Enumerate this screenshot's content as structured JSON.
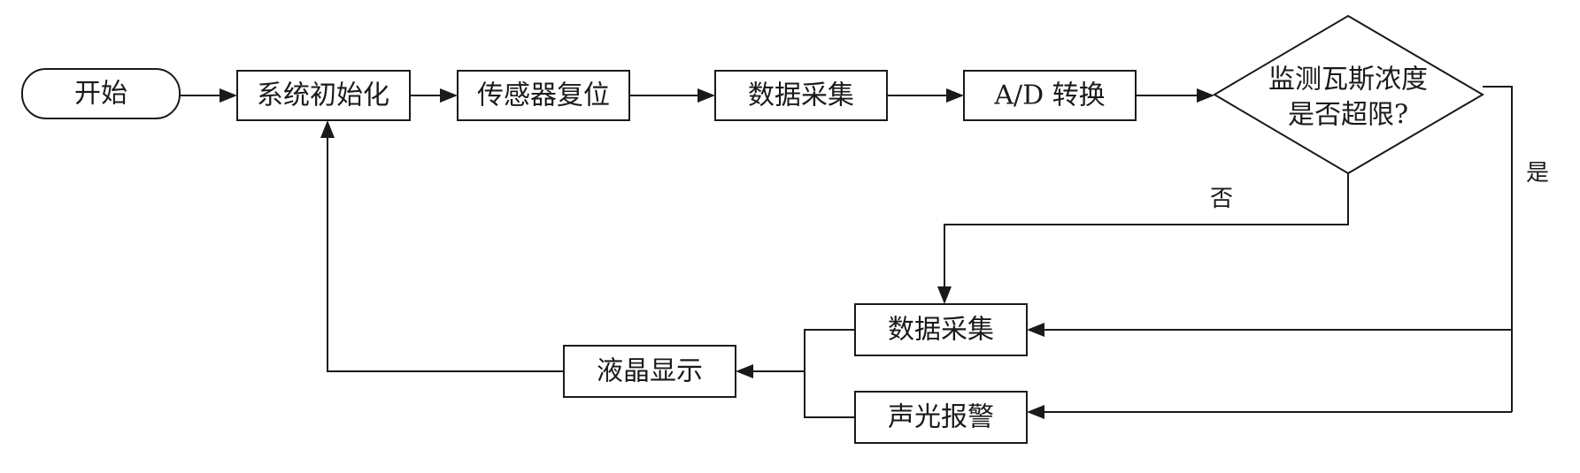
{
  "nodes": {
    "start": "开始",
    "init": "系统初始化",
    "sensor_reset": "传感器复位",
    "collect_1": "数据采集",
    "ad_convert": "A/D 转换",
    "decision_line1": "监测瓦斯浓度",
    "decision_line2": "是否超限?",
    "collect_2": "数据采集",
    "alarm": "声光报警",
    "lcd": "液晶显示"
  },
  "edges": {
    "no": "否",
    "yes": "是"
  }
}
